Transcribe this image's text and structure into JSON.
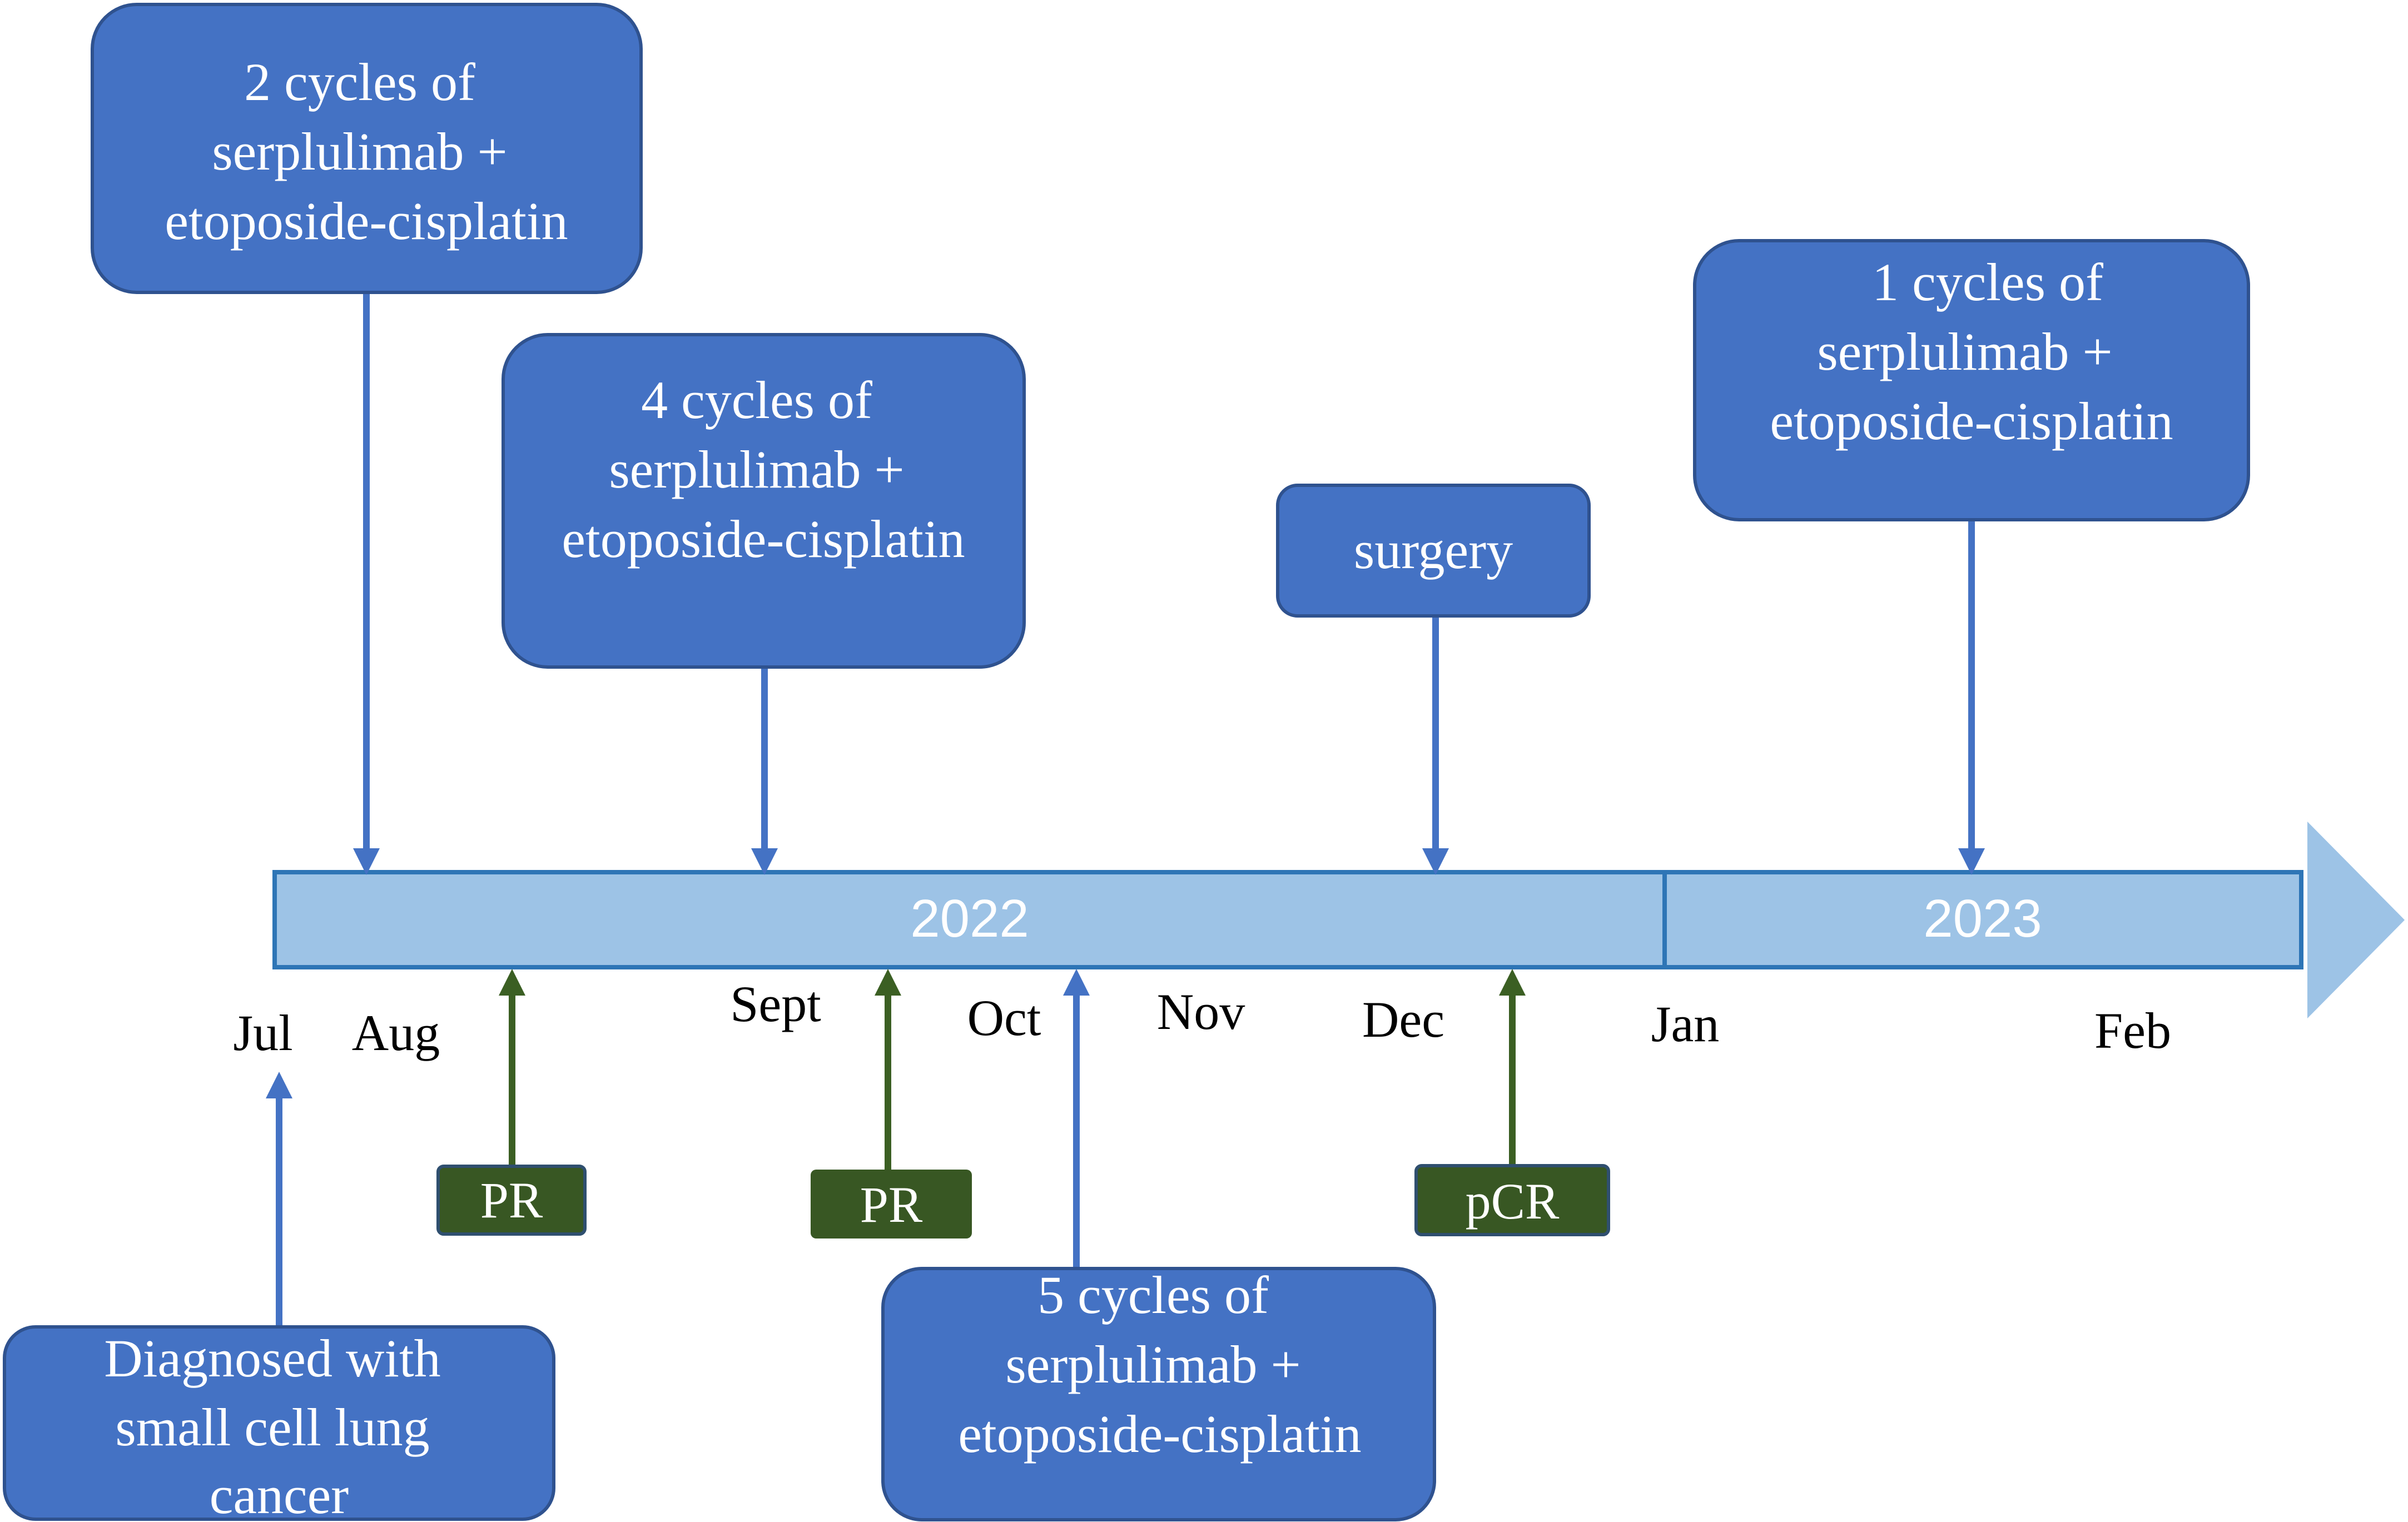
{
  "colors": {
    "box_fill": "#4472C4",
    "box_border": "#2F528F",
    "arrow_blue": "#4472C4",
    "timeline_fill": "#9DC3E6",
    "timeline_border": "#2E75B6",
    "response_fill": "#385723",
    "response_border": "#2F4F6F",
    "response_arrow": "#3B5F23",
    "text_on_box": "#ffffff",
    "month_text": "#000000"
  },
  "timeline": {
    "years": [
      "2022",
      "2023"
    ],
    "months": [
      "Jul",
      "Aug",
      "Sept",
      "Oct",
      "Nov",
      "Dec",
      "Jan",
      "Feb"
    ]
  },
  "treatment_boxes": {
    "cycles_2": [
      "2 cycles of",
      "serplulimab  +",
      "etoposide-cisplatin"
    ],
    "cycles_4": [
      "4 cycles of",
      "serplulimab  +",
      "etoposide-cisplatin"
    ],
    "surgery": [
      "surgery"
    ],
    "cycles_1": [
      "1 cycles of",
      "serplulimab  +",
      "etoposide-cisplatin"
    ],
    "cycles_5": [
      "5 cycles of",
      "serplulimab  +",
      "etoposide-cisplatin"
    ],
    "diagnosis": [
      "Diagnosed with",
      "small cell lung",
      "cancer"
    ]
  },
  "responses": [
    "PR",
    "PR",
    "pCR"
  ]
}
